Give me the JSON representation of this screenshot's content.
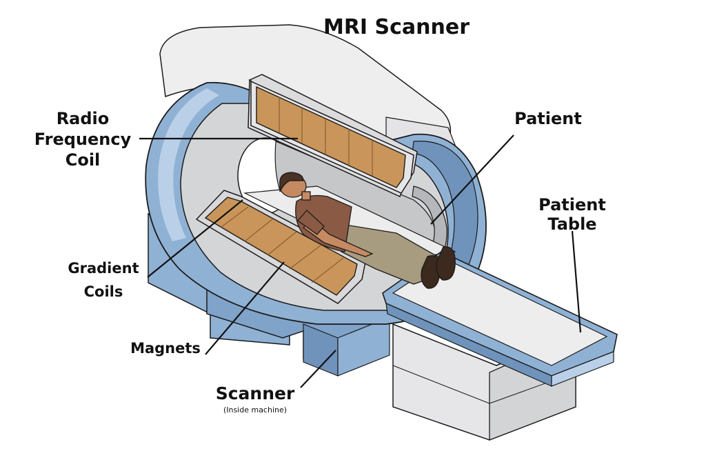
{
  "title": "MRI Scanner",
  "labels": {
    "rf_coil": [
      "Radio",
      "Frequency",
      "Coil"
    ],
    "patient": "Patient",
    "patient_table": [
      "Patient",
      "Table"
    ],
    "gradient_coils": [
      "Gradient",
      "Coils"
    ],
    "magnets": "Magnets",
    "scanner": "Scanner",
    "scanner_note": "(Inside machine)"
  },
  "colors": {
    "housing_blue": "#8fb1d4",
    "housing_dark": "#6f93bb",
    "housing_light": "#b9d0e8",
    "shell_white": "#ededee",
    "bore_grey": "#c9cacc",
    "coil_tan": "#c9955a",
    "coil_dark": "#a8763e",
    "shirt": "#8a5a44",
    "pants": "#a79c80",
    "skin": "#c68a63",
    "outline": "#1a1a1a"
  }
}
